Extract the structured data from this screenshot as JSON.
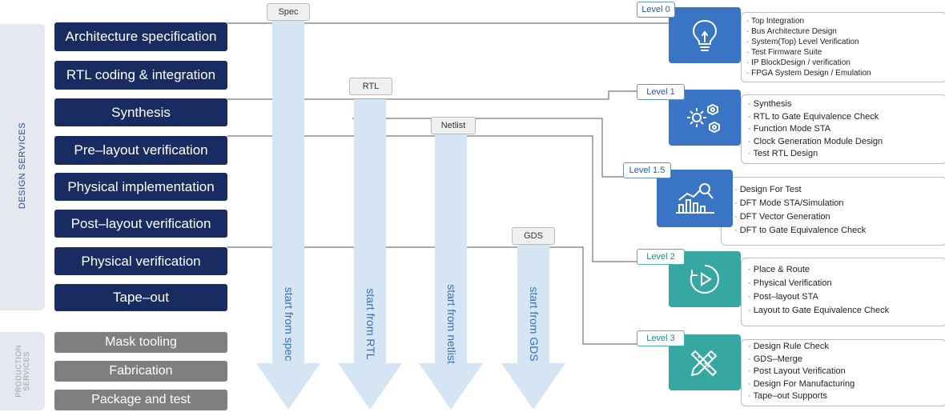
{
  "side_labels": {
    "design": "DESIGN SERVICES",
    "production": [
      "PRODUCTION",
      "SERVICES"
    ]
  },
  "design_stages": [
    "Architecture specification",
    "RTL coding & integration",
    "Synthesis",
    "Pre–layout verification",
    "Physical implementation",
    "Post–layout verification",
    "Physical verification",
    "Tape–out"
  ],
  "production_stages": [
    "Mask tooling",
    "Fabrication",
    "Package and test"
  ],
  "entry_tags": [
    "Spec",
    "RTL",
    "Netlist",
    "GDS"
  ],
  "arrows": [
    "start from spec",
    "start from RTL",
    "start from netlist",
    "start from GDS"
  ],
  "levels": [
    {
      "label": "Level 0",
      "icon": "lightbulb-icon",
      "items": [
        "Top Integration",
        "Bus Architecture Design",
        "System(Top) Level Verification",
        "Test Firmware Suite",
        "IP BlockDesign / verification",
        "FPGA System Design / Emulation"
      ]
    },
    {
      "label": "Level 1",
      "icon": "gears-icon",
      "items": [
        "Synthesis",
        "RTL to Gate Equivalence Check",
        "Function Mode STA",
        "Clock Generation Module Design",
        "Test RTL Design"
      ]
    },
    {
      "label": "Level 1.5",
      "icon": "bar-chart-magnifier-icon",
      "items": [
        "Design For Test",
        "DFT Mode STA/Simulation",
        "DFT Vector Generation",
        "DFT to Gate Equivalence Check"
      ]
    },
    {
      "label": "Level 2",
      "icon": "play-circle-icon",
      "items": [
        "Place & Route",
        "Physical Verification",
        "Post–layout STA",
        "Layout to Gate Equivalence Check"
      ]
    },
    {
      "label": "Level 3",
      "icon": "pencil-ruler-icon",
      "items": [
        "Design Rule Check",
        "GDS–Merge",
        "Post Layout Verification",
        "Design For Manufacturing",
        "Tape–out Supports"
      ]
    }
  ],
  "colors": {
    "design_stage": "#182c61",
    "production_stage": "#7f7f7f",
    "arrow": "#d6e5f3",
    "icon_blue": "#3a74c4",
    "icon_teal": "#37a8a1"
  }
}
